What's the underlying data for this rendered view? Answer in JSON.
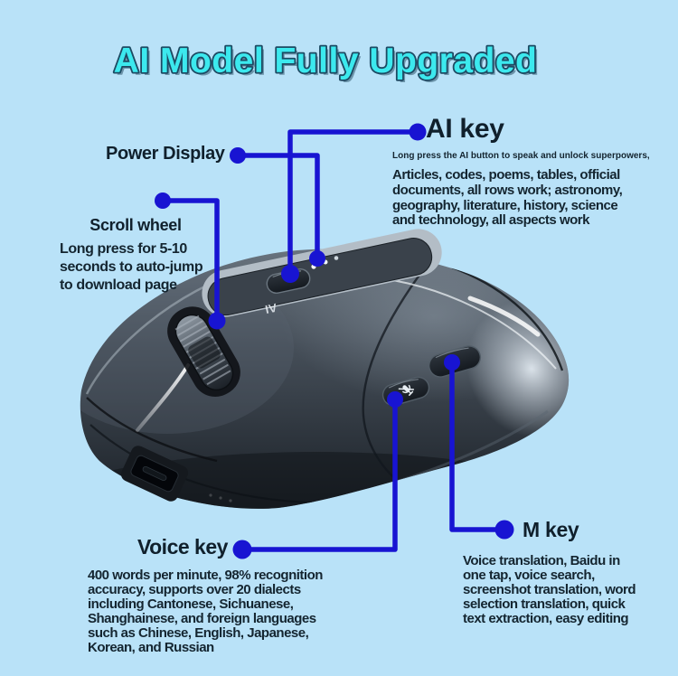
{
  "title": "AI Model Fully Upgraded",
  "colors": {
    "background": "#b9e2f8",
    "title_fill": "#3ce9ee",
    "title_outline": "#1d4a63",
    "connector_blue": "#1814d2",
    "heading_text": "#10202c",
    "body_text": "#142530",
    "mouse_body_dark": "#23282e",
    "mouse_body_light": "#8f99a3"
  },
  "callouts": {
    "ai_key": {
      "label": "AI key",
      "subtitle": "Long press the AI button to speak and unlock superpowers,",
      "body": [
        "Articles, codes, poems, tables, official",
        "documents, all rows work; astronomy,",
        "geography, literature, history, science",
        "and technology, all aspects work"
      ]
    },
    "power_display": {
      "label": "Power Display"
    },
    "scroll_wheel": {
      "label": "Scroll wheel",
      "body": [
        "Long press for 5-10",
        "seconds to auto-jump",
        "to download page"
      ]
    },
    "voice_key": {
      "label": "Voice key",
      "body": [
        "400 words per minute, 98% recognition",
        "accuracy, supports over 20 dialects",
        "including Cantonese, Sichuanese,",
        "Shanghainese, and foreign languages",
        "such as Chinese, English, Japanese,",
        "Korean, and Russian"
      ]
    },
    "m_key": {
      "label": "M key",
      "body": [
        "Voice translation, Baidu in",
        "one tap, voice search,",
        "screenshot translation, word",
        "selection translation, quick",
        "text extraction, easy editing"
      ]
    }
  },
  "mouse": {
    "surface_print": "AI",
    "led_count": 3,
    "icons": {
      "voice_button": "mic-muted-icon",
      "m_button": "dots-icon",
      "power_display": "led-dots-icon"
    }
  }
}
